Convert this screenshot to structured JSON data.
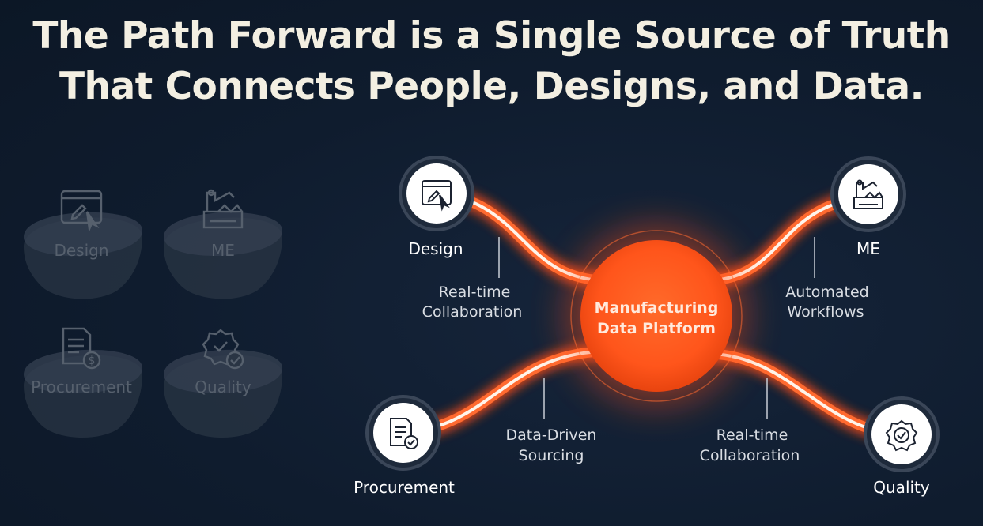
{
  "title": {
    "line1": "The Path Forward is a Single Source of Truth",
    "line2": "That Connects People, Designs, and Data."
  },
  "silos": [
    {
      "label": "Design",
      "icon": "design-window-icon"
    },
    {
      "label": "ME",
      "icon": "factory-robot-icon"
    },
    {
      "label": "Procurement",
      "icon": "invoice-dollar-icon"
    },
    {
      "label": "Quality",
      "icon": "quality-badge-icon"
    }
  ],
  "hub": {
    "line1": "Manufacturing",
    "line2": "Data Platform"
  },
  "nodes": [
    {
      "label": "Design",
      "icon": "design-window-icon"
    },
    {
      "label": "ME",
      "icon": "factory-robot-icon"
    },
    {
      "label": "Procurement",
      "icon": "document-check-icon"
    },
    {
      "label": "Quality",
      "icon": "quality-badge-icon"
    }
  ],
  "connections": [
    {
      "line1": "Real-time",
      "line2": "Collaboration"
    },
    {
      "line1": "Automated",
      "line2": "Workflows"
    },
    {
      "line1": "Data-Driven",
      "line2": "Sourcing"
    },
    {
      "line1": "Real-time",
      "line2": "Collaboration"
    }
  ],
  "colors": {
    "background": "#0f1c2e",
    "accent": "#ff5a1f",
    "title": "#f3efe2",
    "silo": "#2a3544"
  }
}
